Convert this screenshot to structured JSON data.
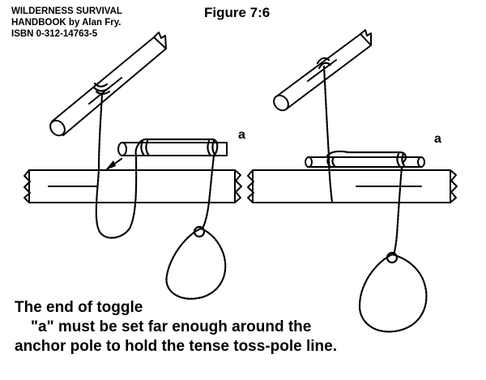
{
  "book": {
    "line1": "WILDERNESS SURVIVAL",
    "line2": "HANDBOOK by Alan Fry.",
    "line3": "ISBN 0-312-14763-5"
  },
  "figure": {
    "title": "Figure 7:6"
  },
  "labels": {
    "toggle_left": "a",
    "toggle_right": "a"
  },
  "caption": {
    "line1": "The end of toggle",
    "line2": "\"a\" must be set far enough around the",
    "line3": "anchor pole to hold the tense toss-pole line."
  }
}
